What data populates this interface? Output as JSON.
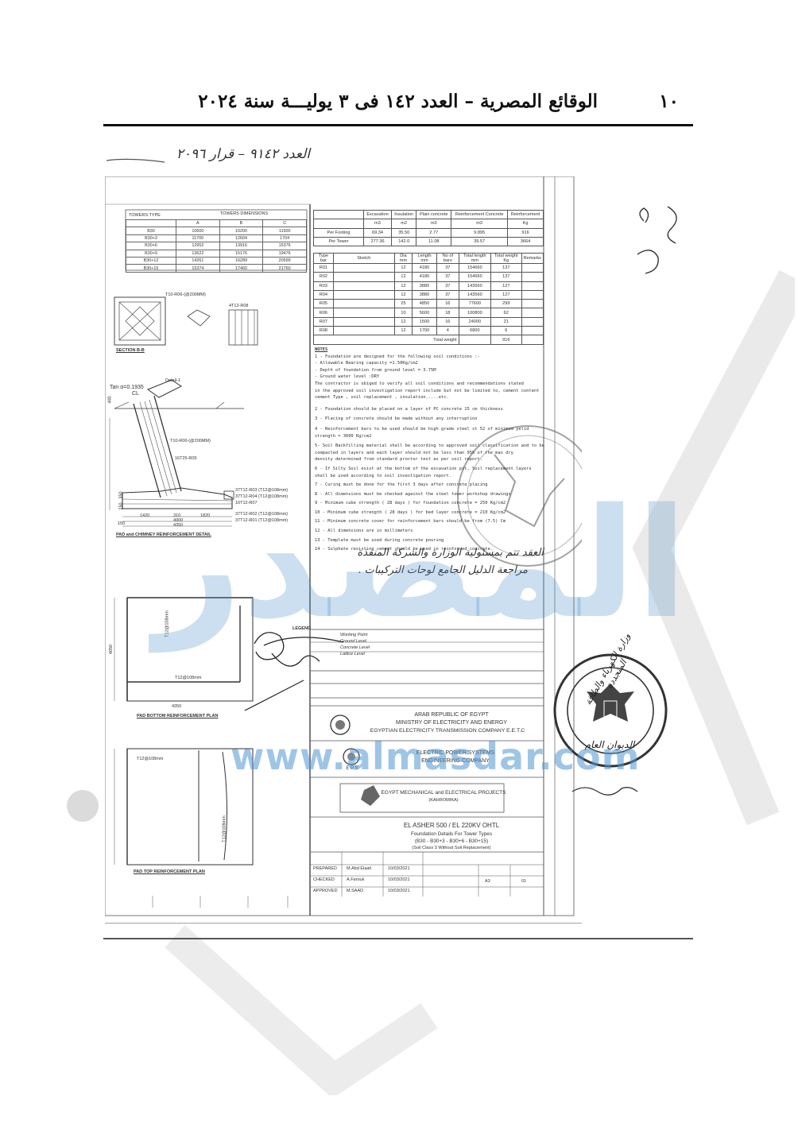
{
  "header": {
    "page_number": "١٠",
    "title": "الوقائع المصرية – العدد ١٤٢ فى ٣ يوليـــة سنة ٢٠٢٤"
  },
  "handwritten_ref": "العدد ٩١٤٢ – قرار ٢٠٩٦",
  "handwritten_note_line1": "العقد تتم بمسئولية الوزارة والشركة المنفذة",
  "handwritten_note_line2": "مراجعة الدليل الجامع لوحات التركيبات .",
  "towers_table": {
    "title": "TOWERS DIMENSIONS",
    "type_label": "TOWERS TYPE",
    "cols": [
      "A",
      "B",
      "C"
    ],
    "rows": [
      [
        "B30",
        "10600",
        "10200",
        "11500"
      ],
      [
        "B30+3",
        "11700",
        "12604",
        "1704"
      ],
      [
        "B30+6",
        "12952",
        "13916",
        "15376"
      ],
      [
        "B30+9",
        "13622",
        "15176",
        "19476"
      ],
      [
        "B30+12",
        "14261",
        "16289",
        "20599"
      ],
      [
        "B30+15",
        "15374",
        "17460",
        "21760"
      ]
    ]
  },
  "quantities_table": {
    "headers": [
      "Excavation",
      "Insulation",
      "Plain concrete",
      "Reinforcement Concrete",
      "Reinforcement"
    ],
    "units": [
      "m3",
      "m2",
      "m3",
      "m3",
      "Kg"
    ],
    "rows": [
      {
        "label": "Per Footing",
        "values": [
          "69.34",
          "35.50",
          "2.77",
          "9.895",
          "916"
        ]
      },
      {
        "label": "Per Tower",
        "values": [
          "277.36",
          "142.0",
          "11.08",
          "39.57",
          "3664"
        ]
      }
    ]
  },
  "rebar_table": {
    "headers": [
      "Type bar",
      "Sketch",
      "Dia mm",
      "Length mm",
      "No of bars",
      "Total length mm",
      "Total weight Kg",
      "Remarks"
    ],
    "rows": [
      [
        "R01",
        "",
        "12",
        "4180",
        "37",
        "154660",
        "137",
        ""
      ],
      [
        "R02",
        "",
        "12",
        "4180",
        "37",
        "154660",
        "137",
        ""
      ],
      [
        "R03",
        "",
        "12",
        "3880",
        "37",
        "143560",
        "127",
        ""
      ],
      [
        "R04",
        "",
        "12",
        "3880",
        "37",
        "143560",
        "127",
        ""
      ],
      [
        "R05",
        "",
        "25",
        "4850",
        "16",
        "77600",
        "299",
        ""
      ],
      [
        "R06",
        "",
        "10",
        "5600",
        "18",
        "100800",
        "62",
        ""
      ],
      [
        "R07",
        "",
        "12",
        "1500",
        "16",
        "24000",
        "21",
        ""
      ],
      [
        "R08",
        "",
        "12",
        "1700",
        "4",
        "6800",
        "6",
        ""
      ]
    ],
    "total_label": "Total weight",
    "total_value": "916"
  },
  "notes": {
    "title": "NOTES",
    "lines": [
      "1 - Foundation are designed for the following soil conditions :-",
      "  - Allowable Bearing capacity =1.50Kg/cm2",
      "  - Depth of foundation from ground level = 3.75M",
      "  - Ground water level :DRY",
      "    The contractor is obiged to verify all soil conditions and recommendations stated",
      "  in the approved soil investigation report include but not be limited to, cement content",
      "  cement Type , soil replacement , insulation.....etc.",
      "2 - Foundation should be placed on a layer of PC concrete 15  cm thickness",
      "3 - Placing of concrete should be made without any interruption",
      "4 - Reinforcement bars to be used should be high grade steel st 52 of minimum yelid",
      "      strength = 3600 Kg/cm2",
      "5- Soil Backfilling material shall be according to approved soil classification and to be",
      "   compacted in layers and each layer should not be less than 95% of the max dry",
      "   density determined from standard proctor test as per soil report.",
      "6 - If Silty Soil exist at the bottom of the excavation pit, Soil replacement layers",
      "   shall be used according to soil investigation report.",
      "7 - Curing must be done for the first 3 days after concrete placing",
      "8 - All dimensions must be checked against the steel tower workshop drawings",
      "9 - Minimum cube strength ( 28 days ) for foundation concrete = 250 Kg/cm2",
      "10 - Minimum cube strength ( 28 days ) for bed layer concrete = 210 Kg/cm2",
      "11 - Minimum concrete cover for reinforcement bars should be from (7.5) Cm",
      "12 - All dimensions are in millimeters",
      "13 - Template must be used during concrete pouring",
      "14 - Sulphate resisting cement should be used in reinforced concrete."
    ]
  },
  "drawing_labels": {
    "section": "SECTION B-B",
    "pad_chimney": "PAD and CHIMNEY REINFORCEMENT DETAIL",
    "pad_bottom": "PAD BOTTOM REINFORCEMENT PLAN",
    "pad_top": "PAD TOP REINFORCEMENT PLAN",
    "tan": "Tan α=0.1935",
    "detail": "Detail-1",
    "cl": "CL",
    "bar_t12": "4T12-R08",
    "bar_t10_top": "T10-R06-(@200MM)",
    "bar_t10_mid": "T10-R06-(@200MM)",
    "bar_16t25": "16T25-R05",
    "bar_37a": "37T12-R03 (T12@108mm)",
    "bar_37b": "37T12-R04 (T12@108mm)",
    "bar_16t12": "16T12-R07",
    "bar_37c": "37T12-R02 (T12@108mm)",
    "bar_37d": "37T12-R01 (T12@108mm)",
    "t12_108": "T12@108mm",
    "t12_108_b": "T12@108mm",
    "t12_108_c": "T12@108mm",
    "t12_108_d": "T12@108mm",
    "dim_1420": "1420",
    "dim_310": "310",
    "dim_1820": "1820",
    "dim_4900": "4900",
    "dim_4350": "4350",
    "dim_150": "150",
    "dim_350": "350",
    "dim_250": "250",
    "dim_400": "400",
    "dim_4050": "4050",
    "dim_4350_b": "4350"
  },
  "legend": {
    "title": "LEGEND",
    "items": [
      "Working Point",
      "Ground Level",
      "Concrete Level",
      "Lattice Level"
    ]
  },
  "title_block": {
    "country": "ARAB REPUBLIC OF EGYPT",
    "ministry": "MINISTRY OF ELECTRICITY AND ENERGY",
    "company": "EGYPTIAN ELECTRICITY TRANSMISSION COMPANY E.E.T.C",
    "consultant_line1": "ELECTRIC POWER SYSTEMS",
    "consultant_line2": "ENGINEERING COMPANY",
    "eps": "E P S",
    "contractor": "EGYPT MECHANICAL and ELECTRICAL PROJECTS",
    "contractor_sub": "(KAHROMIKA)",
    "project": "EL ASHER 500 / EL 220KV OHTL",
    "drawing_title": "Foundation Details For Tower Types",
    "types": "(B30 - B30+3 - B30+6 - B30+15)",
    "soil": "(Soil Class 3 Without Soil Replacement)",
    "rows": [
      {
        "role": "PREPARED",
        "name": "M.Abd Elaah",
        "date": "10/03/2021"
      },
      {
        "role": "CHECKED",
        "name": "A.Farouk",
        "date": "10/03/2021"
      },
      {
        "role": "APPROVED",
        "name": "M.SAAD",
        "date": "10/03/2021"
      }
    ],
    "scale": "A3",
    "sheet": "01"
  },
  "watermark": {
    "arabic": "المصدر",
    "url": "www.almasdar.com"
  },
  "stamp": {
    "ministry_text": "وزارة الكهرباء والطاقة المتجددة",
    "office": "الديوان العام"
  }
}
